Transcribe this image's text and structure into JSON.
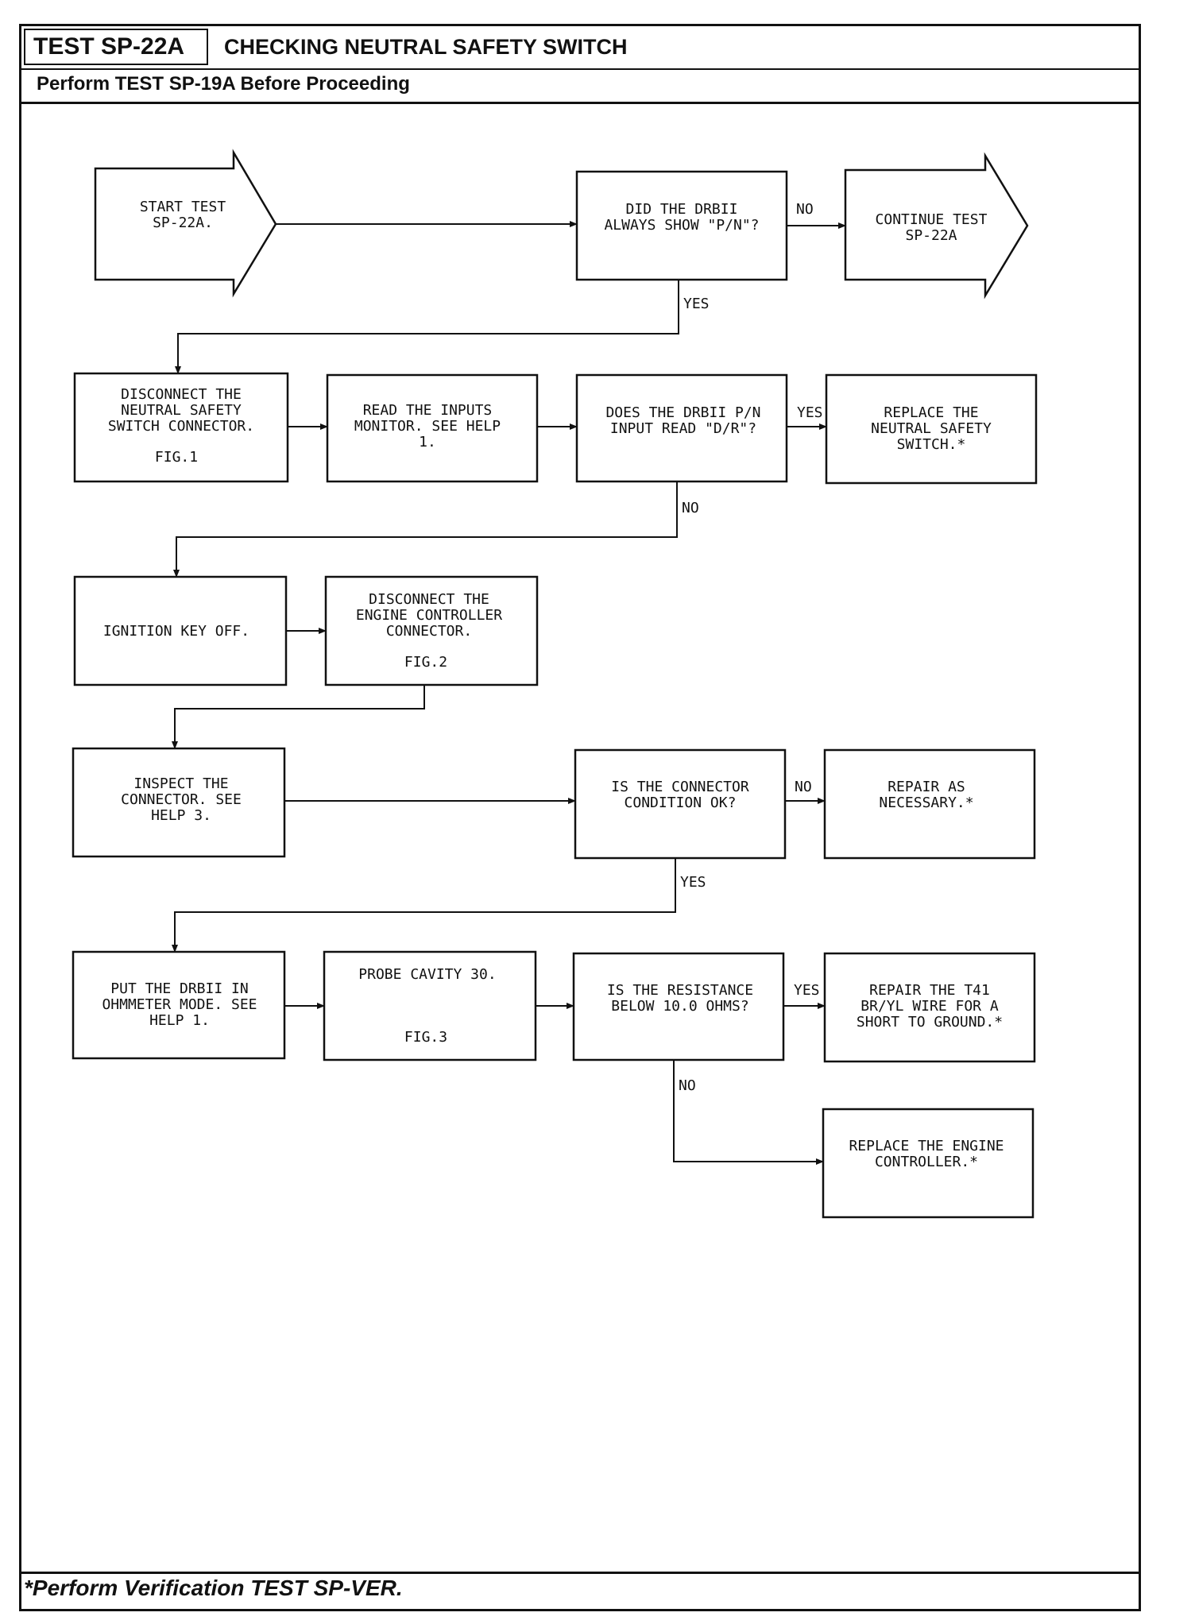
{
  "header": {
    "test_id": "TEST SP-22A",
    "title": "CHECKING NEUTRAL SAFETY SWITCH",
    "subtitle": "Perform TEST SP-19A Before Proceeding"
  },
  "footer": {
    "note": "*Perform Verification TEST SP-VER."
  },
  "flow": {
    "start": [
      "START TEST",
      "SP-22A."
    ],
    "q_always_pn": [
      "DID THE DRBII",
      "ALWAYS SHOW \"P/N\"?"
    ],
    "continue": [
      "CONTINUE TEST",
      "SP-22A"
    ],
    "disconnect_nss": [
      "DISCONNECT THE",
      "NEUTRAL SAFETY",
      "SWITCH CONNECTOR."
    ],
    "disconnect_nss_fig": "FIG.1",
    "read_inputs": [
      "READ THE INPUTS",
      "MONITOR. SEE HELP",
      "1."
    ],
    "q_reads_dr": [
      "DOES THE DRBII P/N",
      "INPUT READ \"D/R\"?"
    ],
    "replace_nss": [
      "REPLACE THE",
      "NEUTRAL SAFETY",
      "SWITCH.*"
    ],
    "ignition_off": [
      "IGNITION KEY OFF."
    ],
    "disconnect_ecu": [
      "DISCONNECT THE",
      "ENGINE CONTROLLER",
      "CONNECTOR."
    ],
    "disconnect_ecu_fig": "FIG.2",
    "inspect": [
      "INSPECT THE",
      "CONNECTOR. SEE",
      "HELP 3."
    ],
    "q_connector_ok": [
      "IS THE CONNECTOR",
      "CONDITION OK?"
    ],
    "repair_connector": [
      "REPAIR AS",
      "NECESSARY.*"
    ],
    "ohmmeter": [
      "PUT THE DRBII IN",
      "OHMMETER MODE. SEE",
      "HELP 1."
    ],
    "probe": [
      "PROBE CAVITY 30."
    ],
    "probe_fig": "FIG.3",
    "q_resistance": [
      "IS THE RESISTANCE",
      "BELOW 10.0 OHMS?"
    ],
    "repair_wire": [
      "REPAIR THE T41",
      "BR/YL WIRE FOR A",
      "SHORT TO GROUND.*"
    ],
    "replace_ecu": [
      "REPLACE THE ENGINE",
      "CONTROLLER.*"
    ],
    "labels": {
      "no_1": "NO",
      "yes_1": "YES",
      "yes_2": "YES",
      "no_2": "NO",
      "no_3": "NO",
      "yes_3": "YES",
      "yes_4": "YES",
      "no_4": "NO"
    }
  }
}
